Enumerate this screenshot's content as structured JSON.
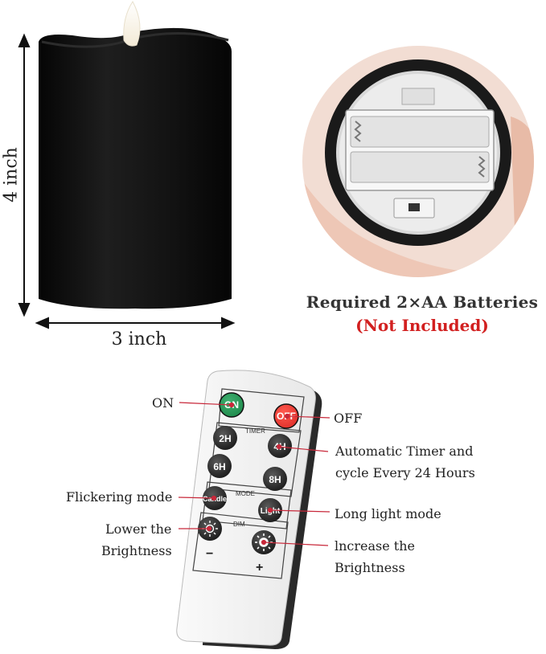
{
  "dimensions": {
    "height_label": "4 inch",
    "width_label": "3 inch"
  },
  "battery": {
    "title": "Required 2×AA Batteries",
    "subtitle": "(Not Included)"
  },
  "remote": {
    "buttons": {
      "on": "ON",
      "off": "OFF",
      "two_h": "2H",
      "four_h": "4H",
      "six_h": "6H",
      "eight_h": "8H",
      "candle": "Candle",
      "light": "Light",
      "minus": "−",
      "plus": "+"
    },
    "sections": {
      "timer": "TIMER",
      "mode": "MODE",
      "dim": "DIM"
    }
  },
  "callouts": {
    "on": "ON",
    "off": "OFF",
    "timer_line1": "Automatic Timer and",
    "timer_line2": "cycle Every 24 Hours",
    "flicker": "Flickering mode",
    "long_light": "Long light mode",
    "lower_line1": "Lower the",
    "lower_line2": "Brightness",
    "increase_line1": "lncrease the",
    "increase_line2": "Brightness"
  },
  "colors": {
    "on_button": "#1f8a4c",
    "off_button": "#e0302a",
    "candle_body": "#141414",
    "callout_line": "#c8283a",
    "not_included": "#d22020"
  }
}
